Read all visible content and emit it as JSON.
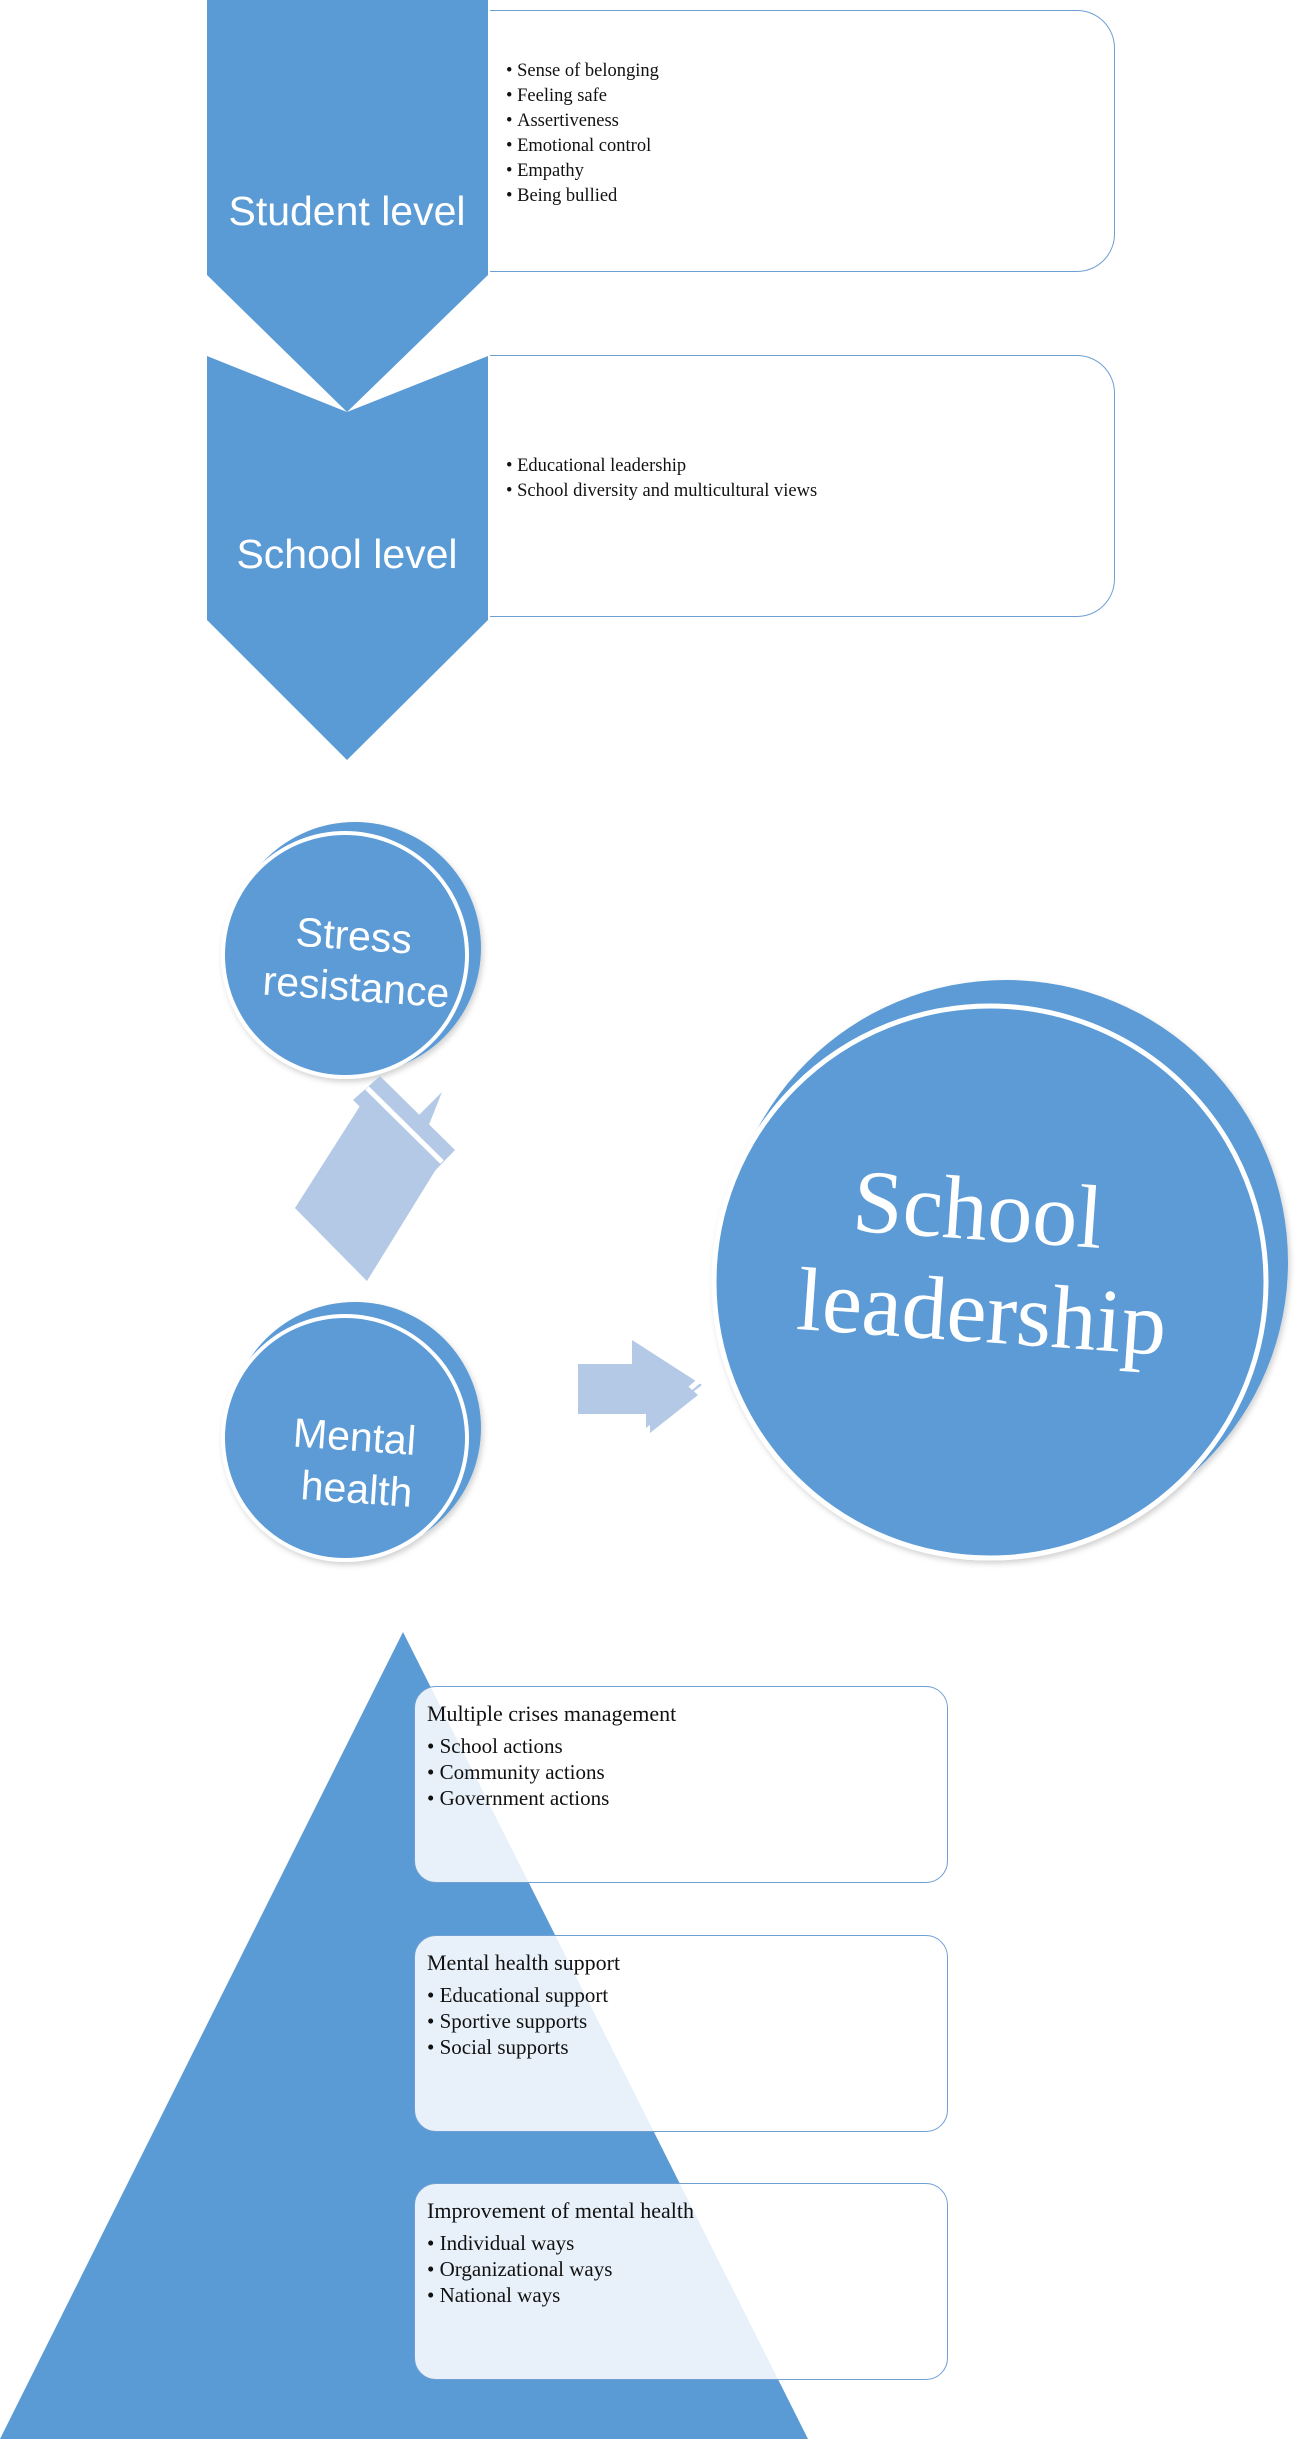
{
  "chevrons": [
    {
      "label": "Student level",
      "items": [
        "Sense of belonging",
        "Feeling safe",
        "Assertiveness",
        "Emotional control",
        "Empathy",
        "Being bullied"
      ]
    },
    {
      "label": "School level",
      "items": [
        "Educational leadership",
        "School diversity and multicultural views"
      ]
    }
  ],
  "circles": {
    "stress": "Stress resistance",
    "mental": "Mental health",
    "leadership": "School leadership"
  },
  "pyramid_boxes": [
    {
      "heading": "Multiple crises management",
      "items": [
        "School actions",
        "Community actions",
        "Government actions"
      ]
    },
    {
      "heading": "Mental health support",
      "items": [
        "Educational support",
        "Sportive supports",
        "Social supports"
      ]
    },
    {
      "heading": "Improvement of mental health",
      "items": [
        "Individual ways",
        "Organizational ways",
        "National ways"
      ]
    }
  ],
  "colors": {
    "primary": "#5b9bd5",
    "light": "#b4c9e6",
    "border": "#6f9fd3"
  }
}
